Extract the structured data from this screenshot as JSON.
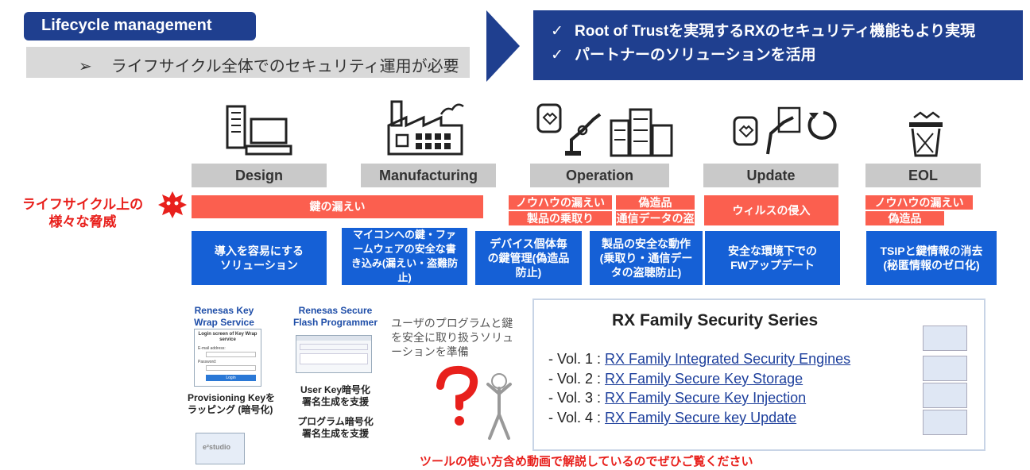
{
  "header": {
    "lifecycle_badge": "Lifecycle management",
    "lifecycle_sub_marker": "➢",
    "lifecycle_sub": "ライフサイクル全体でのセキュリティ運用が必要",
    "check_mark": "✓",
    "rot_line1": "Root of Trustを実現するRXのセキュリティ機能もより実現",
    "rot_line2": "パートナーのソリューションを活用",
    "accent_color": "#1f3f8f"
  },
  "stages": [
    {
      "label": "Design",
      "icon": "office-computer-icon"
    },
    {
      "label": "Manufacturing",
      "icon": "factory-icon"
    },
    {
      "label": "Operation",
      "icon": "smartwatch-robot-city-icon"
    },
    {
      "label": "Update",
      "icon": "device-update-refresh-icon"
    },
    {
      "label": "EOL",
      "icon": "trash-bin-icon"
    }
  ],
  "threats": {
    "title_line1": "ライフサイクル上の",
    "title_line2": "様々な脅威",
    "key_leak": "鍵の漏えい",
    "knowhow_leak": "ノウハウの漏えい",
    "counterfeit": "偽造品",
    "product_takeover": "製品の乗取り",
    "comm_eavesdrop": "通信データの盗聴",
    "virus": "ウィルスの侵入",
    "eol_knowhow_leak": "ノウハウの漏えい",
    "eol_counterfeit": "偽造品",
    "threat_color": "#fb5f4f"
  },
  "solutions": {
    "design": "導入を容易にするソリューション",
    "manufacturing": "マイコンへの鍵・ファームウェアの安全な書き込み(漏えい・盗難防止)",
    "operation_1": "デバイス個体毎の鍵管理(偽造品防止)",
    "operation_2": "製品の安全な動作(乗取り・通信データの盗聴防止)",
    "update": "安全な環境下でのFWアップデート",
    "eol": "TSIPと鍵情報の消去(秘匿情報のゼロ化)",
    "solution_color": "#1560d6"
  },
  "tools": {
    "kws_title": "Renesas Key Wrap Service",
    "kws_screen_title": "Login screen of Key Wrap service",
    "kws_email_label": "E-mail address:",
    "kws_password_label": "Password:",
    "kws_login_button": "Login",
    "kws_caption": "Provisioning Keyをラッピング (暗号化)",
    "sfp_title": "Renesas Secure Flash Programmer",
    "sfp_caption1": "User Key暗号化署名生成を支援",
    "sfp_caption2": "プログラム暗号化署名生成を支援",
    "e2studio_label": "e²studio"
  },
  "user_note": "ユーザのプログラムと鍵を安全に取り扱うソリューションを準備",
  "series": {
    "title": "RX Family Security Series",
    "items": [
      {
        "prefix": "- Vol. 1 : ",
        "link": "RX Family Integrated Security Engines"
      },
      {
        "prefix": "- Vol. 2 : ",
        "link": "RX Family Secure Key Storage"
      },
      {
        "prefix": "- Vol. 3 : ",
        "link": "RX Family Secure Key Injection"
      },
      {
        "prefix": "- Vol. 4 : ",
        "link": "RX Family Secure key Update"
      }
    ]
  },
  "bottom_note": "ツールの使い方含め動画で解説しているのでぜひご覧ください"
}
